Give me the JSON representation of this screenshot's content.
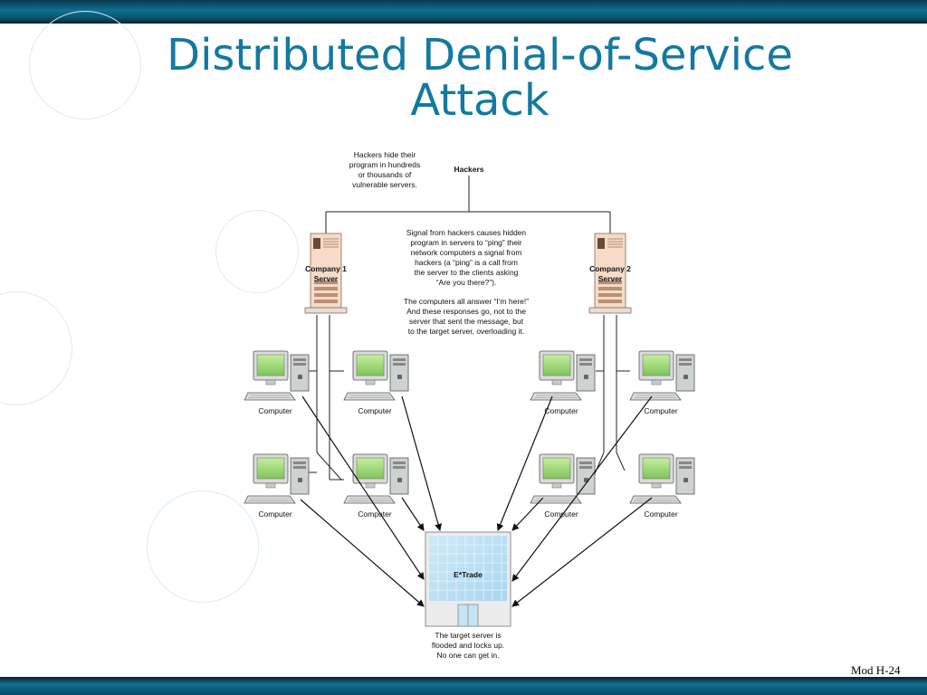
{
  "slide": {
    "title_line1": "Distributed Denial-of-Service",
    "title_line2": "Attack",
    "footer": "Mod H-24"
  },
  "diagram": {
    "hackers_label": "Hackers",
    "hide_note": [
      "Hackers hide their",
      "program in hundreds",
      "or thousands of",
      "vulnerable servers."
    ],
    "signal_note": [
      "Signal from hackers causes hidden",
      "program in servers to “ping” their",
      "network computers a signal from",
      "hackers (a “ping” is a call from",
      "the server to the clients asking",
      "“Are you there?”)."
    ],
    "answer_note": [
      "The computers all answer “I'm here!”",
      "And these responses go, not to the",
      "server that sent the message, but",
      "to the target server, overloading it."
    ],
    "server1_label": [
      "Company 1",
      "Server"
    ],
    "server2_label": [
      "Company 2",
      "Server"
    ],
    "computer_label": "Computer",
    "target_label": "E*Trade",
    "target_note": [
      "The target server is",
      "flooded and locks up.",
      "No one can get in."
    ]
  }
}
